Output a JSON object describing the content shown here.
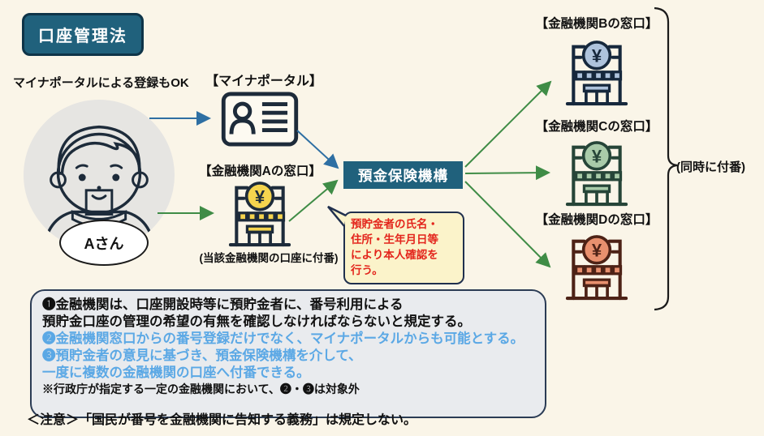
{
  "title": "口座管理法",
  "annotations": {
    "portal_note": "マイナポータルによる登録もOK",
    "person_name": "Aさん",
    "bank_a_caption": "(当該金融機関の口座に付番)",
    "simultaneous_note": "(同時に付番)",
    "footer_note": "＜注意＞「国民が番号を金融機関に告知する義務」は規定しない。"
  },
  "nodes": {
    "mynaportal": {
      "label": "【マイナポータル】"
    },
    "bank_a": {
      "label": "【金融機関Aの窓口】"
    },
    "dic": {
      "label": "預金保険機構"
    },
    "bank_b": {
      "label": "【金融機関Bの窓口】"
    },
    "bank_c": {
      "label": "【金融機関Cの窓口】"
    },
    "bank_d": {
      "label": "【金融機関Dの窓口】"
    }
  },
  "bubble": {
    "lines": [
      "預貯金者の氏名・",
      "住所・生年月日等",
      "により本人確認を",
      "行う。"
    ]
  },
  "notes": {
    "lines": [
      "❶金融機関は、口座開設時等に預貯金者に、番号利用による",
      "預貯金口座の管理の希望の有無を確認しなければならないと規定する。",
      "❷金融機関窓口からの番号登録だけでなく、マイナポータルからも可能とする。",
      "❸預貯金者の意見に基づき、預金保険機構を介して、",
      "一度に複数の金融機関の口座へ付番できる。",
      "※行政庁が指定する一定の金融機関において、❷・❸は対象外"
    ]
  },
  "icons": {
    "yen_symbol": "¥"
  },
  "banks": {
    "a": {
      "accent": "#F5D44E",
      "outline": "#1D2B3A"
    },
    "b": {
      "accent": "#AEC3DC",
      "outline": "#16283C"
    },
    "c": {
      "accent": "#A9CBA9",
      "outline": "#264538"
    },
    "d": {
      "accent": "#E8906E",
      "outline": "#4D2216"
    }
  },
  "colors": {
    "bg": "#FAF5E8",
    "teal": "#20617C",
    "teal-border": "#0E3448",
    "ink": "#111111",
    "outline": "#1D2B3A",
    "note-blue": "#5BA8E5",
    "red": "#E3251C",
    "bubble-bg": "#FBF3CA",
    "bubble-border": "#20304E",
    "box-bg": "#E9EBEE",
    "box-border": "#2B3C55",
    "arrow-blue": "#2E6FA3",
    "arrow-green": "#3F8C46",
    "avatar-bg": "#E6E5E2",
    "skin": "#F7DDBB",
    "hair": "#8B8272",
    "shirt": "#A8DCC1"
  }
}
